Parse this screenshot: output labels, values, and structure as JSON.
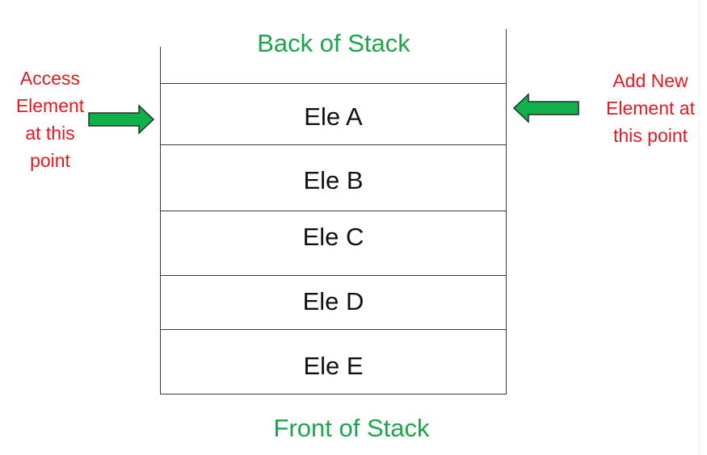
{
  "diagram": {
    "back_label": "Back of Stack",
    "front_label": "Front of Stack",
    "elements": [
      "Ele A",
      "Ele B",
      "Ele C",
      "Ele D",
      "Ele E"
    ],
    "access_note": [
      "Access",
      "Element",
      "at this",
      "point"
    ],
    "add_note": [
      "Add New",
      "Element at",
      "this point"
    ],
    "colors": {
      "title_green": "#1ca64b",
      "note_red": "#e4181f",
      "arrow_fill": "#10b04a",
      "arrow_stroke": "#2a2a2a",
      "line": "#3a3a3a"
    }
  }
}
